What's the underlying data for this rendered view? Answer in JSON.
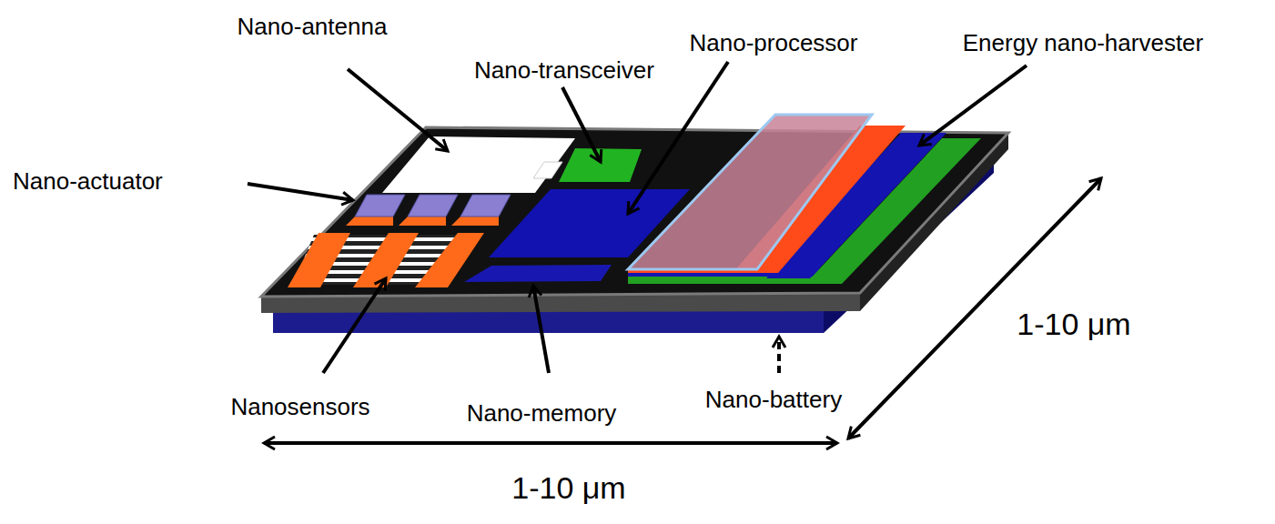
{
  "diagram": {
    "labels": [
      "Nano-antenna",
      "Nano-transceiver",
      "Nano-processor",
      "Energy nano-harvester",
      "Nano-actuator",
      "Nanosensors",
      "Nano-memory",
      "Nano-battery",
      "1-10 μm",
      "1-10 μm"
    ]
  }
}
